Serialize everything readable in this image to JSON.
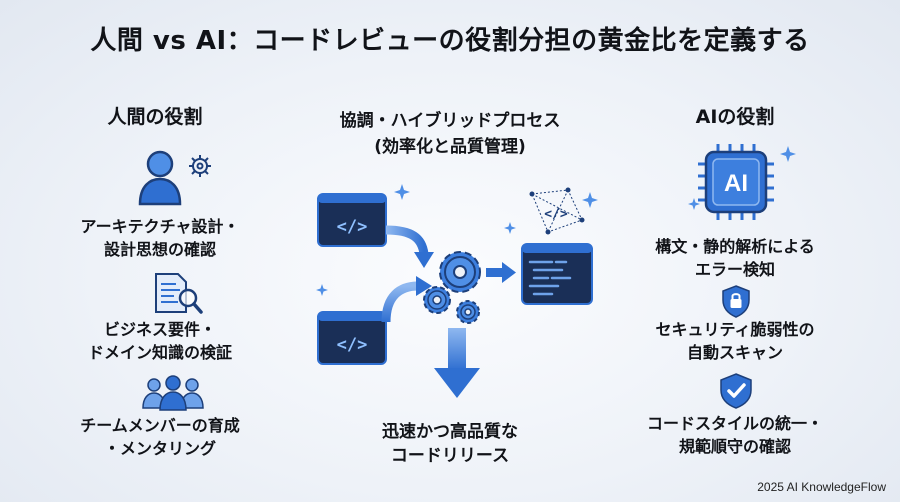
{
  "title": "人間 vs AI：コードレビューの役割分担の黄金比を定義する",
  "left": {
    "heading": "人間の役割",
    "items": [
      {
        "icon": "person-gear-icon",
        "line1": "アーキテクチャ設計・",
        "line2": "設計思想の確認"
      },
      {
        "icon": "document-magnifier-icon",
        "line1": "ビジネス要件・",
        "line2": "ドメイン知識の検証"
      },
      {
        "icon": "team-icon",
        "line1": "チームメンバーの育成",
        "line2": "・メンタリング"
      }
    ]
  },
  "center": {
    "heading_line1": "協調・ハイブリッドプロセス",
    "heading_line2": "(効率化と品質管理)",
    "result_line1": "迅速かつ高品質な",
    "result_line2": "コードリリース",
    "code_symbol": "</>"
  },
  "right": {
    "heading": "AIの役割",
    "chip_text": "AI",
    "items": [
      {
        "icon": "ai-chip-icon",
        "line1": "構文・静的解析による",
        "line2": "エラー検知"
      },
      {
        "icon": "lock-shield-icon",
        "line1": "セキュリティ脆弱性の",
        "line2": "自動スキャン"
      },
      {
        "icon": "check-shield-icon",
        "line1": "コードスタイルの統一・",
        "line2": "規範順守の確認"
      }
    ]
  },
  "credit": "2025 AI KnowledgeFlow",
  "colors": {
    "primary": "#2f6fd1",
    "dark_blue": "#1d3f7a",
    "light_blue": "#6ea2ea",
    "code_window": "#1a2f57"
  }
}
